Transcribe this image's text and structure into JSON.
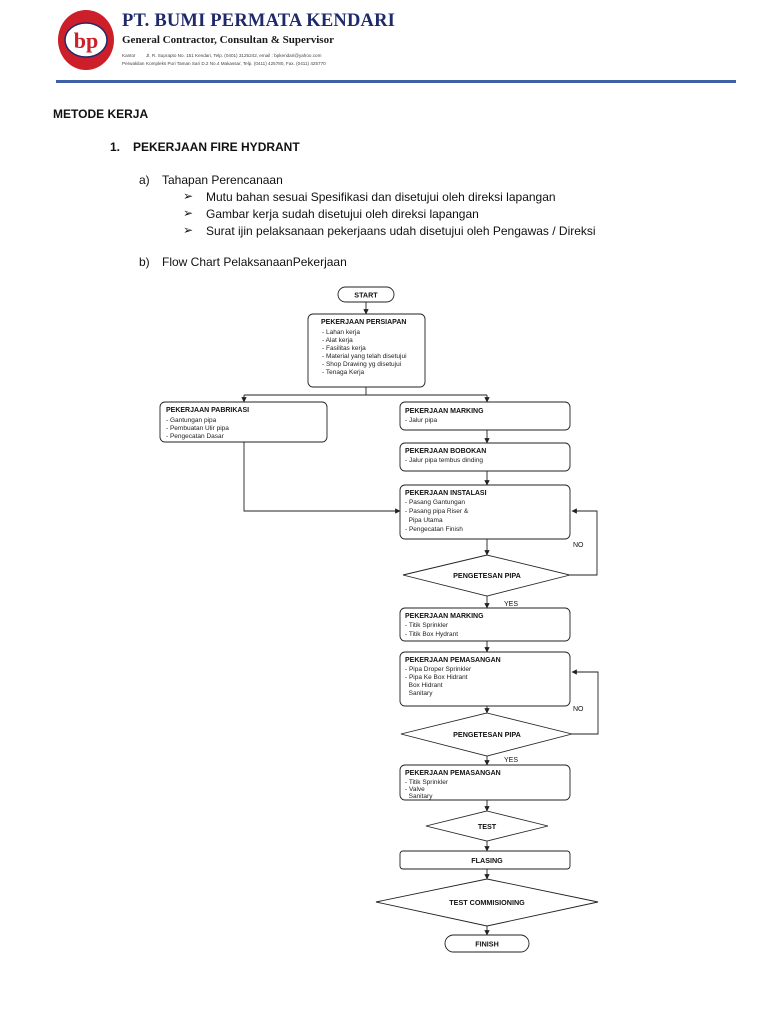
{
  "letterhead": {
    "logo_text": "bp",
    "company_name": "PT. BUMI PERMATA KENDARI",
    "tagline": "General Contractor, Consultan & Supervisor",
    "address_rows": [
      {
        "label": "Kantor",
        "text": "Jl. R. Suprapto No. 151 Kendari, Telp. (0401) 3125242, email : bpkendari@yahoo.com"
      },
      {
        "label": "Perwakilan",
        "text": "Kompleks Puri Taman Sari D.2 No.4 Makassar, Telp. (0411) 425780, Fax. (0411) 425770"
      }
    ]
  },
  "document": {
    "heading": "METODE KERJA",
    "section_number": "1.",
    "section_title": "PEKERJAAN FIRE HYDRANT",
    "sub_a_letter": "a)",
    "sub_a_title": "Tahapan Perencanaan",
    "bullet_glyph": "➢",
    "bullets": [
      "Mutu bahan sesuai Spesifikasi dan disetujui oleh direksi lapangan",
      "Gambar kerja sudah disetujui oleh direksi lapangan",
      "Surat ijin pelaksanaan pekerjaans udah disetujui oleh Pengawas / Direksi"
    ],
    "sub_b_letter": "b)",
    "sub_b_title": "Flow Chart PelaksanaanPekerjaan"
  },
  "flowchart": {
    "start": "START",
    "finish": "FINISH",
    "persiapan": {
      "title": "PEKERJAAN PERSIAPAN",
      "items": [
        "- Lahan kerja",
        "- Alat kerja",
        "- Fasilitas kerja",
        "- Material yang telah disetujui",
        "- Shop Drawing yg disetujui",
        "- Tenaga Kerja"
      ]
    },
    "pabrikasi": {
      "title": "PEKERJAAN PABRIKASI",
      "items": [
        "- Gantungan pipa",
        "- Pembuatan Ulir pipa",
        "- Pengecatan Dasar"
      ]
    },
    "marking1": {
      "title": "PEKERJAAN MARKING",
      "items": [
        "- Jalur pipa"
      ]
    },
    "bobokan": {
      "title": "PEKERJAAN BOBOKAN",
      "items": [
        "- Jalur pipa tembus dinding"
      ]
    },
    "instalasi": {
      "title": "PEKERJAAN INSTALASI",
      "items": [
        "- Pasang Gantungan",
        "- Pasang pipa Riser &",
        "  Pipa Utama",
        "- Pengecatan Finish"
      ]
    },
    "pengetesan1": "PENGETESAN PIPA",
    "marking2": {
      "title": "PEKERJAAN MARKING",
      "items": [
        "- Titik Sprinkler",
        "- Titik Box Hydrant"
      ]
    },
    "pemasangan1": {
      "title": "PEKERJAAN PEMASANGAN",
      "items": [
        "- Pipa Droper Sprinkler",
        "- Pipa Ke Box Hidrant",
        "  Box Hidrant",
        "  Sanitary"
      ]
    },
    "pengetesan2": "PENGETESAN PIPA",
    "pemasangan2": {
      "title": "PEKERJAAN PEMASANGAN",
      "items": [
        "- Titik Sprinkler",
        "- Valve",
        "  Sanitary"
      ]
    },
    "test": "TEST",
    "flasing": "FLASING",
    "commisioning": "TEST COMMISIONING",
    "yes_label": "YES",
    "no_label": "NO"
  },
  "colors": {
    "brand_blue": "#3f5fa6",
    "logo_red": "#cc1f2a",
    "title_navy": "#1f2a6b"
  }
}
